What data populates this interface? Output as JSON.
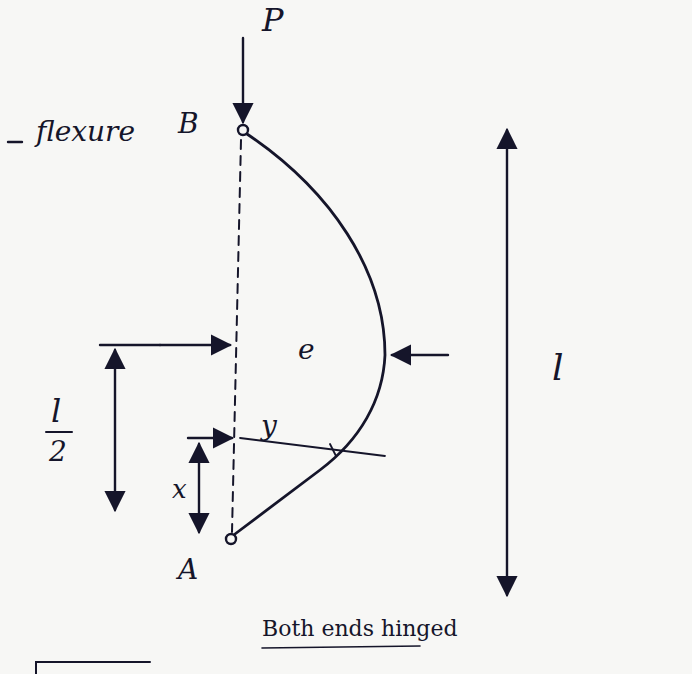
{
  "diagram": {
    "labels": [
      "P",
      "flexure",
      "B",
      "e",
      "l",
      "y",
      "x",
      "l",
      "2",
      "A",
      "Both ends hinged"
    ]
  }
}
